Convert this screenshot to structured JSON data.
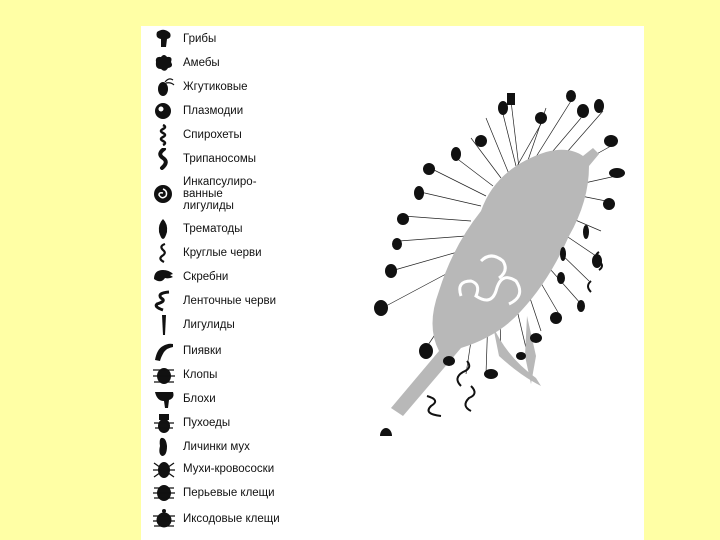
{
  "legend": {
    "items": [
      {
        "label": "Грибы",
        "icon": "fungus-icon"
      },
      {
        "label": "Амебы",
        "icon": "amoeba-icon"
      },
      {
        "label": "Жгутиковые",
        "icon": "flagellate-icon"
      },
      {
        "label": "Плазмодии",
        "icon": "plasmodium-icon"
      },
      {
        "label": "Спирохеты",
        "icon": "spirochete-icon"
      },
      {
        "label": "Трипаносомы",
        "icon": "trypanosome-icon"
      },
      {
        "label": "Инкапсулиро-\nванные\nлигулиды",
        "icon": "encapsulated-ligulid-icon"
      },
      {
        "label": "Трематоды",
        "icon": "trematode-icon"
      },
      {
        "label": "Круглые черви",
        "icon": "roundworm-icon"
      },
      {
        "label": "Скребни",
        "icon": "acanthocephalan-icon"
      },
      {
        "label": "Ленточные черви",
        "icon": "tapeworm-icon"
      },
      {
        "label": "Лигулиды",
        "icon": "ligulid-icon"
      },
      {
        "label": "Пиявки",
        "icon": "leech-icon"
      },
      {
        "label": "Клопы",
        "icon": "bug-icon"
      },
      {
        "label": "Блохи",
        "icon": "flea-icon"
      },
      {
        "label": "Пухоеды",
        "icon": "chewing-louse-icon"
      },
      {
        "label": "Личинки мух",
        "icon": "fly-larva-icon"
      },
      {
        "label": "Мухи-кровососки",
        "icon": "louse-fly-icon"
      },
      {
        "label": "Перьевые клещи",
        "icon": "feather-mite-icon"
      },
      {
        "label": "Иксодовые клещи",
        "icon": "ixodid-tick-icon"
      }
    ]
  },
  "colors": {
    "background": "#ffffa5",
    "sheet": "#ffffff",
    "bird": "#b8b8b8",
    "ink": "#111111"
  }
}
